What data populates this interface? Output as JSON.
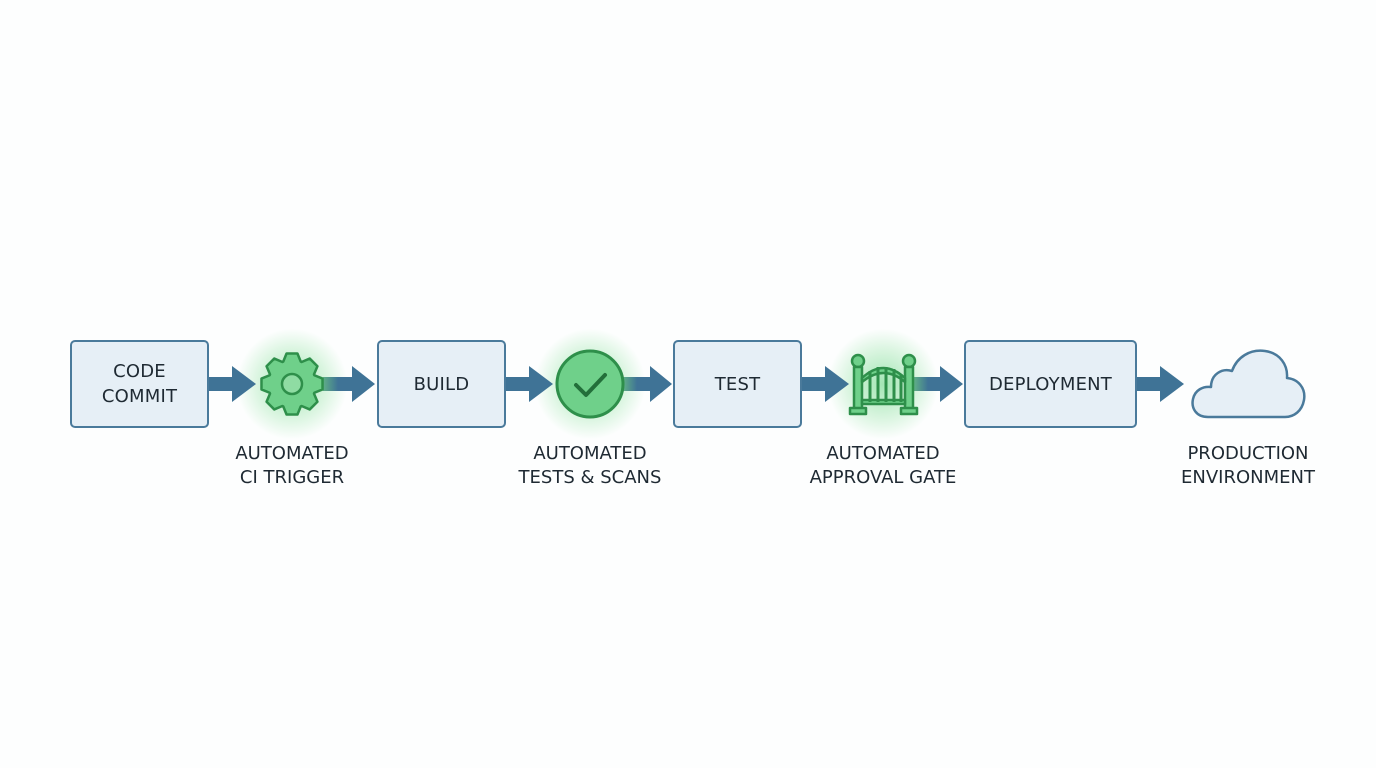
{
  "diagram": {
    "title": "CI/CD Pipeline",
    "stages": [
      {
        "id": "code-commit",
        "label": "CODE\nCOMMIT"
      },
      {
        "id": "build",
        "label": "BUILD"
      },
      {
        "id": "test",
        "label": "TEST"
      },
      {
        "id": "deployment",
        "label": "DEPLOYMENT"
      }
    ],
    "automations": [
      {
        "icon": "gear-icon",
        "label": "AUTOMATED\nCI TRIGGER"
      },
      {
        "icon": "check-circle-icon",
        "label": "AUTOMATED\nTESTS & SCANS"
      },
      {
        "icon": "gate-icon",
        "label": "AUTOMATED\nAPPROVAL GATE"
      }
    ],
    "destination": {
      "icon": "cloud-icon",
      "label": "PRODUCTION\nENVIRONMENT"
    },
    "colors": {
      "box_fill": "#e6eff6",
      "box_border": "#4a7a9b",
      "arrow": "#3f7396",
      "automation_green": "#3fae5c",
      "text": "#1f2a33"
    }
  }
}
